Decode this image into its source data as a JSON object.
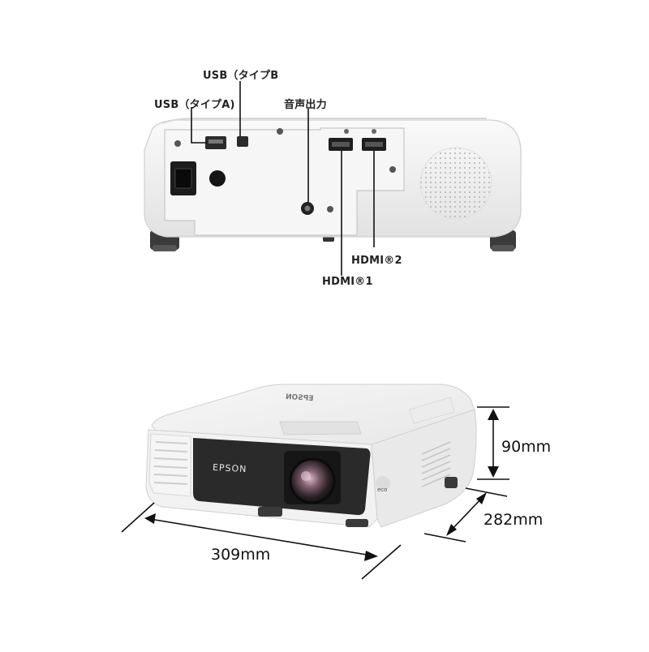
{
  "rear_panel": {
    "labels": {
      "usb_type_b": "USB（タイプB",
      "usb_type_a": "USB（タイプA)",
      "audio_out": "音声出力",
      "hdmi2": "HDMI®2",
      "hdmi1": "HDMI®1"
    },
    "brand_mirrored": "EPSON"
  },
  "front_view": {
    "brand": "EPSON",
    "eco_badge": "eco",
    "dimensions": {
      "height": "90mm",
      "depth": "282mm",
      "width": "309mm"
    }
  },
  "colors": {
    "body": "#f4f4f4",
    "rear_plate": "#f7f7f7",
    "front_panel": "#2a2a2a",
    "lines": "#111111"
  }
}
